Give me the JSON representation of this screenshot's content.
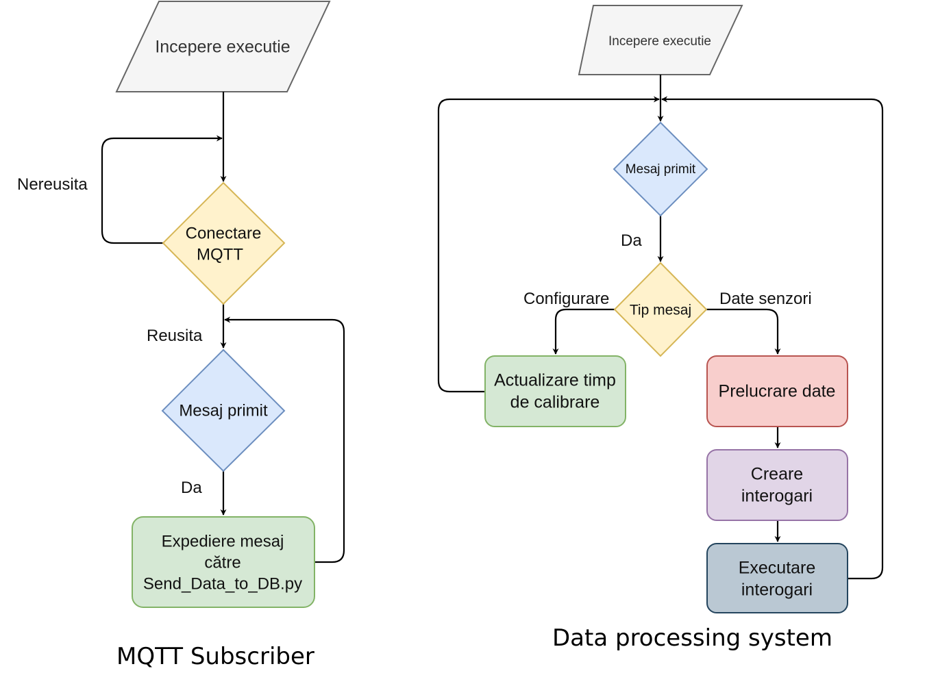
{
  "diagrams": {
    "mqtt_subscriber": {
      "caption": "MQTT Subscriber",
      "nodes": {
        "start": {
          "lines": [
            "Incepere executie"
          ],
          "shape": "parallelogram",
          "fill": "#f5f5f5",
          "stroke": "#666666"
        },
        "connect": {
          "lines": [
            "Conectare",
            "MQTT"
          ],
          "shape": "diamond",
          "fill": "#fff2cc",
          "stroke": "#d6b656"
        },
        "message": {
          "lines": [
            "Mesaj primit"
          ],
          "shape": "diamond",
          "fill": "#dae8fc",
          "stroke": "#6c8ebf"
        },
        "send": {
          "lines": [
            "Expediere mesaj",
            "către",
            "Send_Data_to_DB.py"
          ],
          "shape": "rounded-rect",
          "fill": "#d5e8d4",
          "stroke": "#82b366"
        }
      },
      "edge_labels": {
        "fail": "Nereusita",
        "success": "Reusita",
        "yes": "Da"
      }
    },
    "data_processing": {
      "caption": "Data processing system",
      "nodes": {
        "start": {
          "lines": [
            "Incepere executie"
          ],
          "shape": "parallelogram",
          "fill": "#f5f5f5",
          "stroke": "#666666"
        },
        "message": {
          "lines": [
            "Mesaj primit"
          ],
          "shape": "diamond",
          "fill": "#dae8fc",
          "stroke": "#6c8ebf"
        },
        "type": {
          "lines": [
            "Tip mesaj"
          ],
          "shape": "diamond",
          "fill": "#fff2cc",
          "stroke": "#d6b656"
        },
        "calibrate": {
          "lines": [
            "Actualizare timp",
            "de calibrare"
          ],
          "shape": "rounded-rect",
          "fill": "#d5e8d4",
          "stroke": "#82b366"
        },
        "process": {
          "lines": [
            "Prelucrare date"
          ],
          "shape": "rounded-rect",
          "fill": "#f8cecc",
          "stroke": "#b85450"
        },
        "create_queries": {
          "lines": [
            "Creare",
            "interogari"
          ],
          "shape": "rounded-rect",
          "fill": "#e1d5e7",
          "stroke": "#9673a6"
        },
        "execute_queries": {
          "lines": [
            "Executare",
            "interogari"
          ],
          "shape": "rounded-rect",
          "fill": "#bac8d3",
          "stroke": "#23445d"
        }
      },
      "edge_labels": {
        "yes": "Da",
        "config": "Configurare",
        "sensor": "Date senzori"
      }
    }
  }
}
